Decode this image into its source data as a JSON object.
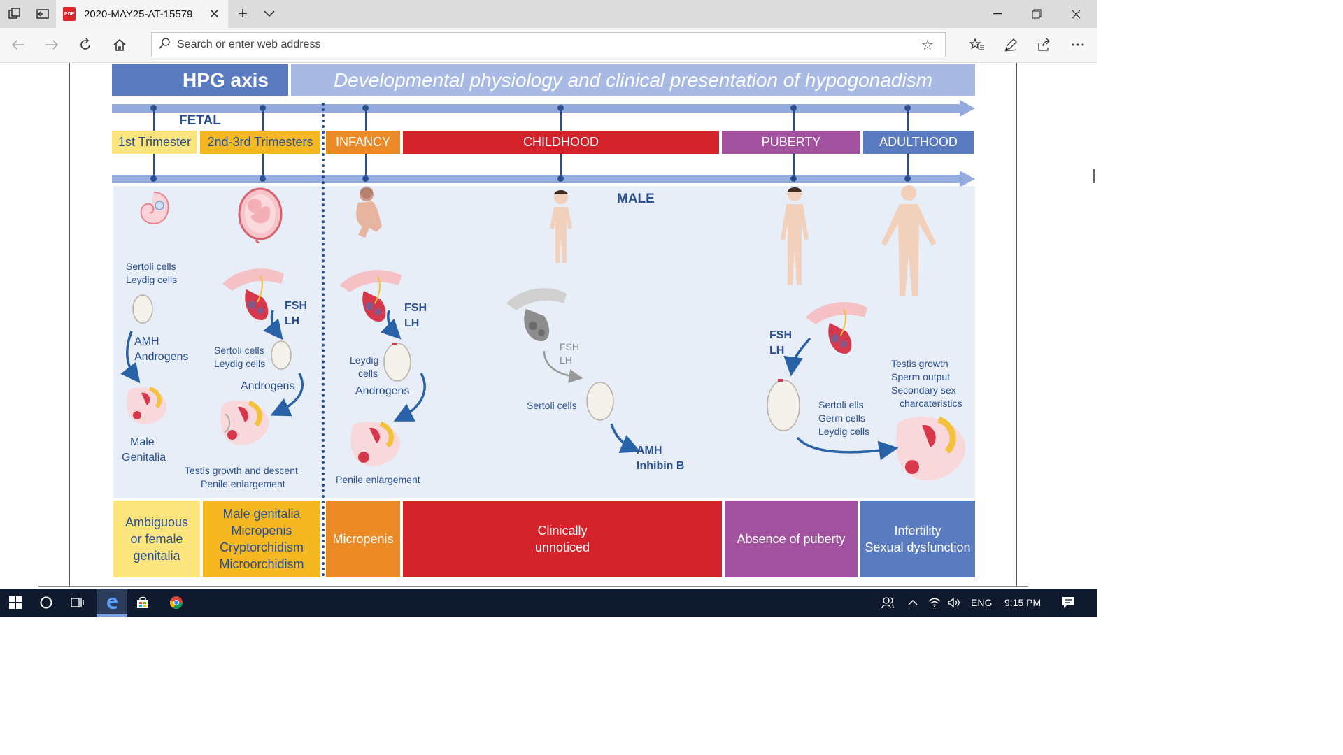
{
  "browser": {
    "tab_title": "2020-MAY25-AT-15579",
    "tab_pdf_badge": "PDF",
    "address_placeholder": "Search or enter web address"
  },
  "figure": {
    "header_left": "HPG axis",
    "header_right": "Developmental physiology and  clinical presentation of hypogonadism",
    "fetal_label": "FETAL",
    "stages": [
      {
        "label": "1st Trimester",
        "color": "#fbe57c",
        "text_color": "#2a4f8f"
      },
      {
        "label": "2nd-3rd Trimesters",
        "color": "#f5b820",
        "text_color": "#2a4f8f"
      },
      {
        "label": "INFANCY",
        "color": "#ec8a26",
        "text_color": "#ffffff"
      },
      {
        "label": "CHILDHOOD",
        "color": "#d3222a",
        "text_color": "#ffffff"
      },
      {
        "label": "PUBERTY",
        "color": "#a352a0",
        "text_color": "#ffffff"
      },
      {
        "label": "ADULTHOOD",
        "color": "#5a7bbf",
        "text_color": "#ffffff"
      }
    ],
    "male_label": "MALE",
    "labels": {
      "t1_cells": [
        "Sertoli cells",
        "Leydig cells"
      ],
      "t1_hormones": [
        "AMH",
        "Androgens"
      ],
      "t1_outcome": [
        "Male",
        "Genitalia"
      ],
      "t2_hormones": [
        "FSH",
        "LH"
      ],
      "t2_cells": [
        "Sertoli cells",
        "Leydig cells"
      ],
      "t2_androgens": "Androgens",
      "t2_outcome": [
        "Testis growth and descent",
        "Penile enlargement"
      ],
      "inf_hormones": [
        "FSH",
        "LH"
      ],
      "inf_cells": [
        "Leydig",
        "cells"
      ],
      "inf_androgens": "Androgens",
      "inf_outcome": "Penile enlargement",
      "child_hormones": [
        "FSH",
        "LH"
      ],
      "child_cells": "Sertoli cells",
      "child_outputs": [
        "AMH",
        "Inhibin B"
      ],
      "pub_hormones": [
        "FSH",
        "LH"
      ],
      "pub_cells": [
        "Sertoli ells",
        "Germ cells",
        "Leydig cells"
      ],
      "adult_outcome": [
        "Testis growth",
        "Sperm output",
        "Secondary  sex",
        "charcateristics"
      ]
    },
    "bottom_boxes": [
      {
        "lines": [
          "Ambiguous",
          "or female",
          "genitalia"
        ],
        "color": "#fbe57c",
        "text_color": "#2a4f8f"
      },
      {
        "lines": [
          "Male genitalia",
          "Micropenis",
          "Cryptorchidism",
          "Microorchidism"
        ],
        "color": "#f5b820",
        "text_color": "#2a4f8f"
      },
      {
        "lines": [
          "Micropenis"
        ],
        "color": "#ec8a26",
        "text_color": "#ffffff"
      },
      {
        "lines": [
          "Clinically",
          "unnoticed"
        ],
        "color": "#d3222a",
        "text_color": "#ffffff"
      },
      {
        "lines": [
          "Absence of puberty"
        ],
        "color": "#a352a0",
        "text_color": "#ffffff"
      },
      {
        "lines": [
          "Infertility",
          "Sexual dysfunction"
        ],
        "color": "#5a7bbf",
        "text_color": "#ffffff"
      }
    ]
  },
  "taskbar": {
    "language": "ENG",
    "time": "9:15 PM"
  }
}
